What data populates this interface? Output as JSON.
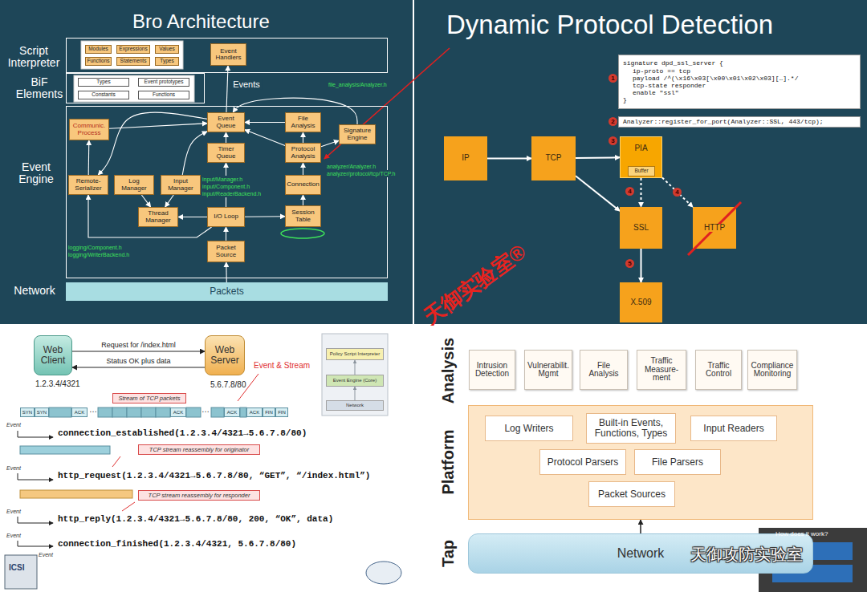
{
  "diagram": {
    "nodes": [
      {
        "text": [
          "Script Interpreter"
        ]
      },
      {
        "text": [
          "Modules"
        ],
        "in": 0
      },
      {
        "text": [
          "Expressions"
        ],
        "in": 0
      },
      {
        "text": [
          "Values"
        ],
        "in": 0
      },
      {
        "text": [
          "Event Handlers"
        ],
        "in": 0
      },
      {
        "text": [
          "Functions"
        ],
        "in": 0
      },
      {
        "text": [
          "Statements"
        ],
        "in": 0
      },
      {
        "text": [
          "Types"
        ],
        "in": 0
      },
      {
        "text": [
          "BiF Elements"
        ]
      },
      {
        "text": [
          "Types"
        ],
        "in": 8
      },
      {
        "text": [
          "Event prototypes"
        ],
        "in": 8
      },
      {
        "text": [
          "Constants"
        ],
        "in": 8
      },
      {
        "text": [
          "Functions"
        ],
        "in": 8
      },
      {
        "text": [
          "Event Engine"
        ]
      },
      {
        "text": [
          "Event Queue"
        ],
        "in": 13
      },
      {
        "text": [
          "File Analysis"
        ],
        "in": 13
      },
      {
        "text": [
          "Communic. Process"
        ],
        "in": 13
      },
      {
        "text": [
          "Signature Engine"
        ],
        "in": 13
      },
      {
        "text": [
          "Timer Queue"
        ],
        "in": 13
      },
      {
        "text": [
          "Protocol Analysis"
        ],
        "in": 13
      },
      {
        "text": [
          "Remote-Serializer"
        ],
        "in": 13
      },
      {
        "text": [
          "Log Manager"
        ],
        "in": 13
      },
      {
        "text": [
          "Input Manager"
        ],
        "in": 13
      },
      {
        "text": [
          "Connection"
        ],
        "in": 13
      },
      {
        "text": [
          "Thread Manager"
        ],
        "in": 13
      },
      {
        "text": [
          "I/O Loop"
        ],
        "in": 13
      },
      {
        "text": [
          "Session Table"
        ],
        "in": 13
      },
      {
        "text": [
          "Packet Source"
        ],
        "in": 13
      },
      {
        "text": [
          "Network",
          "Packets"
        ]
      },
      {
        "text": [
          "signature dpd_ssl_server {",
          "ip-proto == tcp",
          "payload /^(\\x16\\x03[\\x00\\x01\\x02\\x03][…].*/",
          "tcp-state responder",
          "enable \"ssl\"",
          "}"
        ]
      },
      {
        "text": [
          "Analyzer::register_for_port(Analyzer::SSL, 443/tcp);"
        ]
      },
      {
        "text": [
          "IP"
        ]
      },
      {
        "text": [
          "TCP"
        ]
      },
      {
        "text": [
          "PIA"
        ]
      },
      {
        "text": [
          "Buffer"
        ],
        "in": 33
      },
      {
        "text": [
          "SSL"
        ]
      },
      {
        "text": [
          "HTTP"
        ]
      },
      {
        "text": [
          "X.509"
        ]
      },
      {
        "text": [
          "Web Client"
        ]
      },
      {
        "text": [
          "Web Server"
        ]
      },
      {
        "text": [
          "Policy Script Interpreter"
        ]
      },
      {
        "text": [
          "Event Engine (Core)"
        ]
      },
      {
        "text": [
          "Network"
        ]
      },
      {
        "text": [
          "Stream of TCP packets"
        ]
      },
      {
        "text": [
          "SYN"
        ]
      },
      {
        "text": [
          "SYN"
        ]
      },
      {
        "text": [
          "ACK"
        ]
      },
      {
        "text": [
          "ACK"
        ]
      },
      {
        "text": [
          "ACK"
        ]
      },
      {
        "text": [
          "ACK"
        ]
      },
      {
        "text": [
          "FIN"
        ]
      },
      {
        "text": [
          "FIN"
        ]
      },
      {
        "text": [
          "TCP stream reassembly for originator"
        ]
      },
      {
        "text": [
          "TCP stream reassembly for responder"
        ]
      },
      {
        "text": [
          "Intrusion Detection"
        ]
      },
      {
        "text": [
          "Vulnerabilit. Mgmt"
        ]
      },
      {
        "text": [
          "File Analysis"
        ]
      },
      {
        "text": [
          "Traffic Measure- ment"
        ]
      },
      {
        "text": [
          "Traffic Control"
        ]
      },
      {
        "text": [
          "Compliance Monitoring"
        ]
      },
      {
        "text": [
          "Platform"
        ]
      },
      {
        "text": [
          "Log Writers"
        ],
        "in": 60
      },
      {
        "text": [
          "Built-in Events, Functions, Types"
        ],
        "in": 60
      },
      {
        "text": [
          "Input Readers"
        ],
        "in": 60
      },
      {
        "text": [
          "Protocol Parsers"
        ],
        "in": 60
      },
      {
        "text": [
          "File Parsers"
        ],
        "in": 60
      },
      {
        "text": [
          "Packet Sources"
        ],
        "in": 60
      },
      {
        "text": [
          "Tap",
          "Network"
        ]
      }
    ],
    "edges": [
      {
        "from": 14,
        "to": 4,
        "label": "Events",
        "arrow": "to"
      },
      {
        "from": 18,
        "to": 14,
        "arrow": "to"
      },
      {
        "from": 15,
        "to": 14,
        "arrow": "to"
      },
      {
        "from": 19,
        "to": 14,
        "arrow": "to"
      },
      {
        "from": 19,
        "to": 15,
        "arrow": "to"
      },
      {
        "from": 17,
        "to": 14,
        "arrow": "to"
      },
      {
        "from": 19,
        "to": 17,
        "arrow": "to"
      },
      {
        "from": 23,
        "to": 19,
        "arrow": "to"
      },
      {
        "from": 26,
        "to": 23,
        "arrow": "to"
      },
      {
        "from": 25,
        "to": 26,
        "arrow": "to"
      },
      {
        "from": 27,
        "to": 25,
        "arrow": "to"
      },
      {
        "from": 28,
        "to": 27,
        "arrow": "to"
      },
      {
        "from": 25,
        "to": 18,
        "arrow": "to"
      },
      {
        "from": 25,
        "to": 24,
        "arrow": "to"
      },
      {
        "from": 21,
        "to": 24,
        "arrow": "to"
      },
      {
        "from": 22,
        "to": 24,
        "arrow": "to"
      },
      {
        "from": 14,
        "to": 20,
        "arrow": "to"
      },
      {
        "from": 20,
        "to": 16,
        "arrow": "to"
      },
      {
        "from": 16,
        "to": 14,
        "arrow": "to"
      },
      {
        "from": 22,
        "to": 14,
        "arrow": "to"
      },
      {
        "from": 25,
        "to": 20,
        "arrow": "to"
      },
      {
        "from": 31,
        "to": 32,
        "arrow": "to"
      },
      {
        "from": 32,
        "to": 33,
        "arrow": "to"
      },
      {
        "from": 32,
        "to": 35,
        "arrow": "to"
      },
      {
        "from": 33,
        "to": 35,
        "arrow": "to"
      },
      {
        "from": 33,
        "to": 36,
        "arrow": "to"
      },
      {
        "from": 35,
        "to": 37,
        "arrow": "to"
      },
      {
        "from": 38,
        "to": 39,
        "label": "Request for /index.html",
        "arrow": "to"
      },
      {
        "from": 39,
        "to": 38,
        "label": "Status OK plus data",
        "arrow": "to"
      },
      {
        "from": 42,
        "to": 41,
        "arrow": "to"
      },
      {
        "from": 41,
        "to": 40,
        "arrow": "to"
      },
      {
        "from": 67,
        "to": 60,
        "arrow": "to"
      }
    ],
    "labels": [
      "Bro Architecture",
      "file_analysis/Analyzer.h",
      "analyzer/Analyzer.h",
      "analyzer/protocol/tcp/TCP.h",
      "input/Manager.h",
      "input/Component.h",
      "input/ReaderBackend.h",
      "logging/Component.h",
      "logging/WriterBackend.h",
      "Dynamic Protocol Detection",
      "1",
      "2",
      "3",
      "4",
      "4",
      "5",
      "天御实验室®",
      "1.2.3.4/4321",
      "5.6.7.8/80",
      "Event & Stream",
      "…",
      "…",
      "Event",
      "connection_established(1.2.3.4/4321→5.6.7.8/80)",
      "Event",
      "http_request(1.2.3.4/4321→5.6.7.8/80, “GET”, “/index.html”)",
      "Event",
      "http_reply(1.2.3.4/4321→5.6.7.8/80, 200, “OK”, data)",
      "Event",
      "connection_finished(1.2.3.4/4321, 5.6.7.8/80)",
      "Event",
      "ICSI",
      "Analysis",
      "天御攻防实验室",
      "How does it work?"
    ]
  }
}
